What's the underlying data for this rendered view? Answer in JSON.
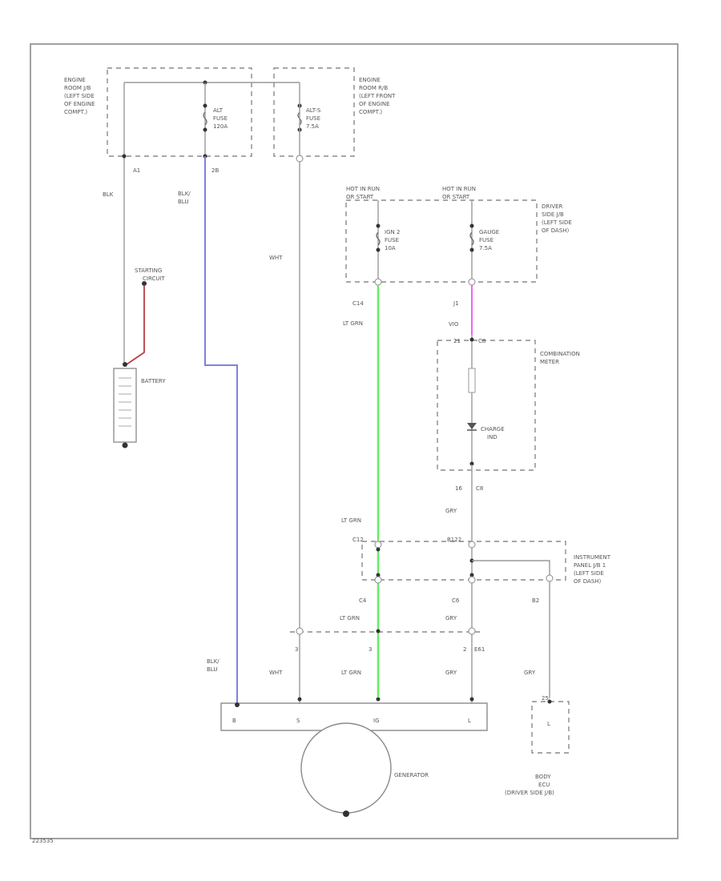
{
  "footer_code": "223535",
  "labels": {
    "er_jb_left": [
      "ENGINE",
      "ROOM J/B",
      "(LEFT SIDE",
      "OF ENGINE",
      "COMPT.)"
    ],
    "er_rb_right": [
      "ENGINE",
      "ROOM R/B",
      "(LEFT FRONT",
      "OF ENGINE",
      "COMPT.)"
    ],
    "fuse_alt": [
      "ALT",
      "FUSE",
      "120A"
    ],
    "fuse_alts": [
      "ALT-S",
      "FUSE",
      "7.5A"
    ],
    "pin_a1": "A1",
    "pin_2b": "2B",
    "wire_blk": "BLK",
    "wire_blkblu_top": [
      "BLK/",
      "BLU"
    ],
    "wire_wht_top": "WHT",
    "starting_circuit": [
      "STARTING",
      "CIRCUIT"
    ],
    "battery": "BATTERY",
    "hot_igsw_left": [
      "HOT IN RUN",
      "OR START"
    ],
    "hot_igsw_right": [
      "HOT IN RUN",
      "OR START"
    ],
    "driver_side_jb": [
      "DRIVER",
      "SIDE J/B",
      "(LEFT SIDE",
      "OF DASH)"
    ],
    "fuse_ign2": [
      "IGN 2",
      "FUSE",
      "10A"
    ],
    "fuse_gauge": [
      "GAUGE",
      "FUSE",
      "7.5A"
    ],
    "pin_c14": "C14",
    "pin_j1": "J1",
    "wire_ltgrn_1": "LT GRN",
    "wire_vio": "VIO",
    "pin_meter_top": [
      "21",
      "C8"
    ],
    "combination_meter": [
      "COMBINATION",
      "METER"
    ],
    "charge_ind": [
      "CHARGE",
      "IND"
    ],
    "pin_meter_bot": [
      "16",
      "C8"
    ],
    "wire_gry_1": "GRY",
    "wire_ltgrn_2": "LT GRN",
    "pin_c12": "C12",
    "pin_b122": "B122",
    "instrument_panel_jb": [
      "INSTRUMENT",
      "PANEL J/B 1",
      "(LEFT SIDE",
      "OF DASH)"
    ],
    "pin_c4": "C4",
    "pin_c6": "C6",
    "pin_b2": "B2",
    "wire_ltgrn_3": "LT GRN",
    "wire_gry_2": "GRY",
    "conn_pins": [
      "3",
      "3",
      "2",
      "E61"
    ],
    "wire_blkblu_bot": [
      "BLK/",
      "BLU"
    ],
    "wire_wht_bot": "WHT",
    "wire_ltgrn_4": "LT GRN",
    "wire_gry_3": "GRY",
    "wire_gry_4": "GRY",
    "gen_terminals": [
      "B",
      "S",
      "IG",
      "L"
    ],
    "generator": "GENERATOR",
    "body_ecu_pin": "25",
    "body_ecu_terminal": "L",
    "body_ecu": [
      "BODY",
      "ECU",
      "(DRIVER SIDE J/B)"
    ]
  },
  "colors": {
    "blk_blu_wire": "#8080e0",
    "lt_grn_wire": "#66ee66",
    "vio_wire": "#ee66ee",
    "battery_link": "#b84040"
  }
}
